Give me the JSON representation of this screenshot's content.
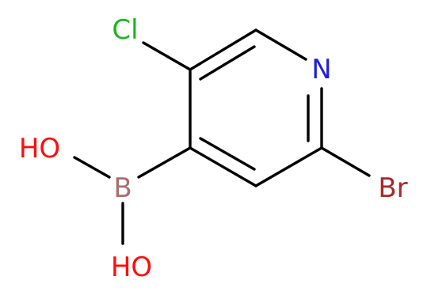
{
  "molecule": {
    "atoms": {
      "chlorine": {
        "label": "Cl",
        "color": "#1fb41f"
      },
      "nitrogen": {
        "label": "N",
        "color": "#1e1edc"
      },
      "bromine": {
        "label": "Br",
        "color": "#a52a2a"
      },
      "boron": {
        "label": "B",
        "color": "#a86f6f"
      },
      "hydroxyl_top": {
        "label": "HO",
        "color": "#ff0d0d"
      },
      "hydroxyl_bottom": {
        "label": "HO",
        "color": "#ff0d0d"
      }
    },
    "bond_color": "#000000"
  }
}
